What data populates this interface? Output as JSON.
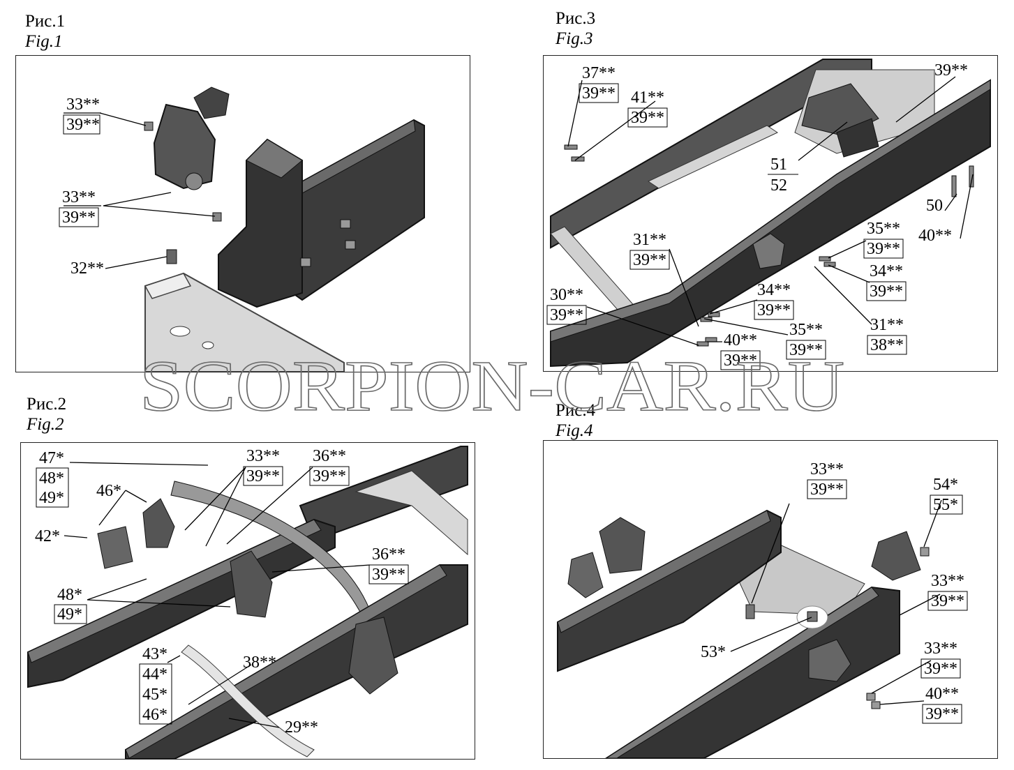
{
  "figures": {
    "fig1": {
      "caption_ru": "Рис.1",
      "caption_en": "Fig.1",
      "labels": [
        [
          "33**",
          "39**"
        ],
        [
          "33**",
          "39**"
        ],
        [
          "32**"
        ]
      ]
    },
    "fig2": {
      "caption_ru": "Рис.2",
      "caption_en": "Fig.2",
      "labels": [
        [
          "47*",
          "48*",
          "49*"
        ],
        [
          "46*"
        ],
        [
          "42*"
        ],
        [
          "33**",
          "39**"
        ],
        [
          "36**",
          "39**"
        ],
        [
          "36**",
          "39**"
        ],
        [
          "48*",
          "49*"
        ],
        [
          "43*",
          "44*",
          "45*",
          "46*"
        ],
        [
          "38**"
        ],
        [
          "29**"
        ]
      ]
    },
    "fig3": {
      "caption_ru": "Рис.3",
      "caption_en": "Fig.3",
      "labels": [
        [
          "37**",
          "39**"
        ],
        [
          "41**",
          "39**"
        ],
        [
          "39**"
        ],
        [
          "51",
          "52"
        ],
        [
          "50"
        ],
        [
          "40**"
        ],
        [
          "35**",
          "39**"
        ],
        [
          "34**",
          "39**"
        ],
        [
          "31**",
          "39**"
        ],
        [
          "34**",
          "39**"
        ],
        [
          "35**",
          "39**"
        ],
        [
          "30**",
          "39**"
        ],
        [
          "40**",
          "39**"
        ],
        [
          "31**",
          "38**"
        ]
      ]
    },
    "fig4": {
      "caption_ru": "Рис.4",
      "caption_en": "Fig.4",
      "labels": [
        [
          "33**",
          "39**"
        ],
        [
          "54*",
          "55*"
        ],
        [
          "33**",
          "39**"
        ],
        [
          "53*"
        ],
        [
          "33**",
          "39**"
        ],
        [
          "40**",
          "39**"
        ]
      ]
    }
  },
  "watermark": "SCORPION-CAR.RU"
}
